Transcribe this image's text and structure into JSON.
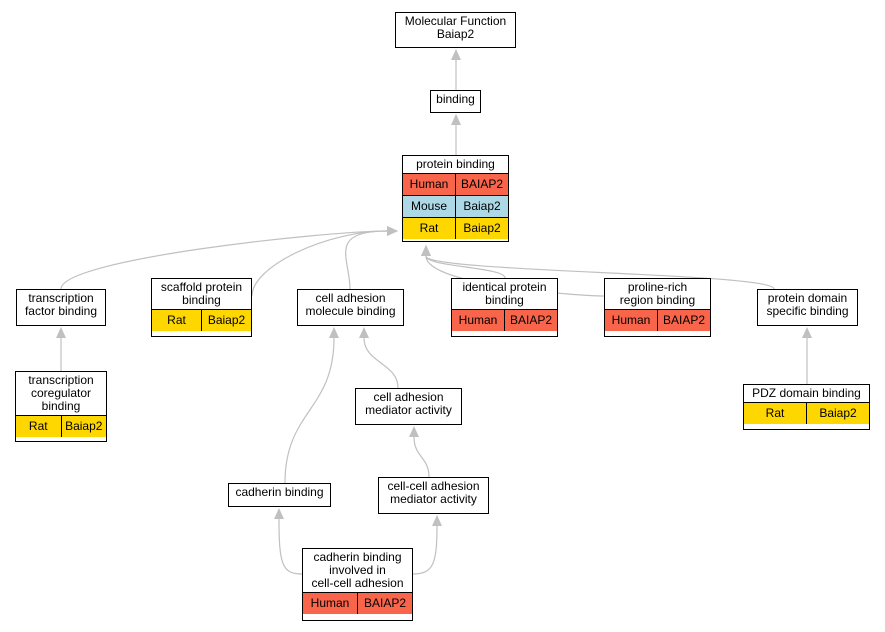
{
  "colors": {
    "human": "#f8654a",
    "mouse": "#add8e6",
    "rat": "#ffd700",
    "edge": "#c0c0c0"
  },
  "nodes": {
    "root": {
      "title": "Molecular Function\nBaiap2",
      "rows": []
    },
    "binding": {
      "title": "binding",
      "rows": []
    },
    "protein": {
      "title": "protein binding",
      "rows": [
        {
          "species": "Human",
          "gene": "BAIAP2",
          "color": "human"
        },
        {
          "species": "Mouse",
          "gene": "Baiap2",
          "color": "mouse"
        },
        {
          "species": "Rat",
          "gene": "Baiap2",
          "color": "rat"
        }
      ]
    },
    "tfbind": {
      "title": "transcription\nfactor binding",
      "rows": []
    },
    "tcoreg": {
      "title": "transcription\ncoregulator\nbinding",
      "rows": [
        {
          "species": "Rat",
          "gene": "Baiap2",
          "color": "rat"
        }
      ]
    },
    "scaffold": {
      "title": "scaffold protein\nbinding",
      "rows": [
        {
          "species": "Rat",
          "gene": "Baiap2",
          "color": "rat"
        }
      ]
    },
    "cam": {
      "title": "cell adhesion\nmolecule binding",
      "rows": []
    },
    "identical": {
      "title": "identical protein\nbinding",
      "rows": [
        {
          "species": "Human",
          "gene": "BAIAP2",
          "color": "human"
        }
      ]
    },
    "proline": {
      "title": "proline-rich\nregion binding",
      "rows": [
        {
          "species": "Human",
          "gene": "BAIAP2",
          "color": "human"
        }
      ]
    },
    "domain": {
      "title": "protein domain\nspecific binding",
      "rows": []
    },
    "pdz": {
      "title": "PDZ domain binding",
      "rows": [
        {
          "species": "Rat",
          "gene": "Baiap2",
          "color": "rat"
        }
      ]
    },
    "camed": {
      "title": "cell adhesion\nmediator activity",
      "rows": []
    },
    "cadherin": {
      "title": "cadherin binding",
      "rows": []
    },
    "ccmed": {
      "title": "cell-cell adhesion\nmediator activity",
      "rows": []
    },
    "cadcc": {
      "title": "cadherin binding\ninvolved in\ncell-cell adhesion",
      "rows": [
        {
          "species": "Human",
          "gene": "BAIAP2",
          "color": "human"
        }
      ]
    }
  },
  "edges": [
    [
      "binding",
      "root"
    ],
    [
      "protein",
      "binding"
    ],
    [
      "tfbind",
      "protein"
    ],
    [
      "scaffold",
      "protein"
    ],
    [
      "cam",
      "protein"
    ],
    [
      "identical",
      "protein"
    ],
    [
      "proline",
      "protein"
    ],
    [
      "domain",
      "protein"
    ],
    [
      "tcoreg",
      "tfbind"
    ],
    [
      "pdz",
      "domain"
    ],
    [
      "cadherin",
      "cam"
    ],
    [
      "camed",
      "cam"
    ],
    [
      "ccmed",
      "camed"
    ],
    [
      "cadcc",
      "cadherin"
    ],
    [
      "cadcc",
      "ccmed"
    ]
  ]
}
